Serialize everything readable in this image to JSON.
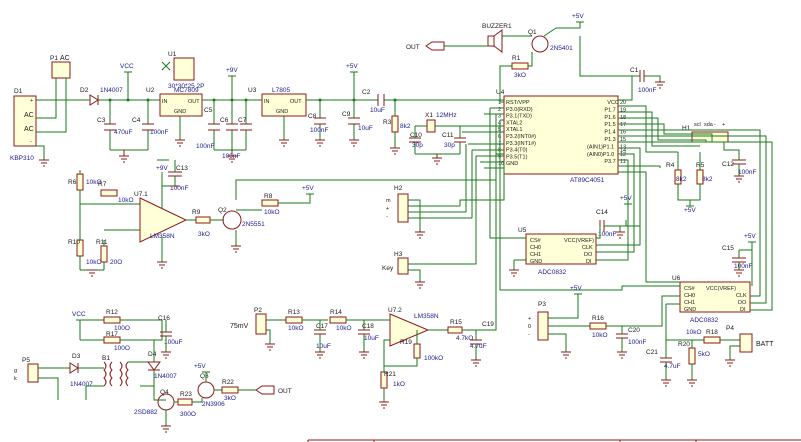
{
  "components": {
    "D1": {
      "ref": "D1",
      "value": "KBP310",
      "pins": [
        "+",
        "AC",
        "AC",
        "-"
      ]
    },
    "P1": {
      "ref": "P1",
      "label": "AC"
    },
    "D2": {
      "ref": "D2",
      "value": "1N4007"
    },
    "VCC1": {
      "label": "VCC"
    },
    "C3": {
      "ref": "C3",
      "value": "470uF"
    },
    "C4": {
      "ref": "C4",
      "value": "100nF"
    },
    "U2": {
      "ref": "U2",
      "value": "MC7809",
      "pin_in": "IN",
      "pin_out": "OUT",
      "pin_gnd": "GND"
    },
    "U1": {
      "ref": "U1",
      "value": "30*30*25 2P"
    },
    "C5": {
      "ref": "C5",
      "value": "100nF"
    },
    "C6": {
      "ref": "C6",
      "value": "100nF"
    },
    "C7": {
      "ref": "C7",
      "value": "100uF"
    },
    "P9V1": {
      "label": "+9V"
    },
    "U3": {
      "ref": "U3",
      "value": "L7805",
      "pin_in": "IN",
      "pin_out": "OUT",
      "pin_gnd": "GND"
    },
    "C8": {
      "ref": "C8",
      "value": "100nF"
    },
    "C9": {
      "ref": "C9",
      "value": "10uF"
    },
    "P5V1": {
      "label": "+5V"
    },
    "C2": {
      "ref": "C2",
      "value": "10uF"
    },
    "R3": {
      "ref": "R3",
      "value": "8k2"
    },
    "X1": {
      "ref": "X1",
      "value": "12MHz"
    },
    "C10": {
      "ref": "C10",
      "value": "30p"
    },
    "C11": {
      "ref": "C11",
      "value": "30p"
    },
    "U4": {
      "ref": "U4",
      "value": "AT89C4051",
      "left_pins": [
        "RST/VPP",
        "P3.0(RXD)",
        "P3.1(TXD)",
        "XTAL2",
        "XTAL1",
        "P3.2(INT0#)",
        "P3.3(INT1#)",
        "P3.4(T0)",
        "P3.5(T1)",
        "GND"
      ],
      "left_nums": [
        "1",
        "2",
        "3",
        "4",
        "5",
        "6",
        "7",
        "8",
        "9",
        "10"
      ],
      "right_pins": [
        "VCC",
        "P1.7",
        "P1.6",
        "P1.5",
        "P1.4",
        "P1.3",
        "(AIN1)P1.1",
        "(AIN0)P1.0",
        "P3.7"
      ],
      "right_nums": [
        "20",
        "19",
        "18",
        "17",
        "16",
        "15",
        "13",
        "12",
        "11"
      ],
      "extra_nums": [
        "14"
      ]
    },
    "BUZZER": {
      "ref": "BUZZER1"
    },
    "OUT1": {
      "label": "OUT"
    },
    "Q1": {
      "ref": "Q1",
      "value": "2N5401"
    },
    "R1": {
      "ref": "R1",
      "value": "3kO"
    },
    "P5V_BUZ": {
      "label": "+5V"
    },
    "C1": {
      "ref": "C1",
      "value": "100nF"
    },
    "H1": {
      "ref": "H1",
      "pins": [
        "scl",
        "sda",
        "-",
        "+"
      ]
    },
    "R4": {
      "ref": "R4",
      "value": "8k2"
    },
    "R5": {
      "ref": "R5",
      "value": "8k2"
    },
    "C12": {
      "ref": "C12",
      "value": "100nF"
    },
    "P5V_H1": {
      "label": "+5V"
    },
    "H2": {
      "ref": "H2",
      "pins": [
        "m",
        "+",
        "-"
      ]
    },
    "H3": {
      "ref": "H3",
      "label": "Key"
    },
    "U5": {
      "ref": "U5",
      "value": "ADC0832",
      "left": [
        "CS#",
        "CH0",
        "CH1",
        "GND"
      ],
      "right": [
        "VCC(VREF)",
        "CLK",
        "DO",
        "DI"
      ],
      "nums_l": [
        "1",
        "2",
        "3",
        "4"
      ],
      "nums_r": [
        "8",
        "7",
        "6",
        "5"
      ]
    },
    "C14": {
      "ref": "C14",
      "value": "100nF"
    },
    "P5V_U5": {
      "label": "+5V"
    },
    "U6": {
      "ref": "U6",
      "value": "ADC0832",
      "left": [
        "CS#",
        "CH0",
        "CH1",
        "GND"
      ],
      "right": [
        "VCC(VREF)",
        "CLK",
        "DO",
        "DI"
      ],
      "nums_l": [
        "1",
        "2",
        "3",
        "4"
      ],
      "nums_r": [
        "8",
        "7",
        "6",
        "5"
      ]
    },
    "C15": {
      "ref": "C15",
      "value": "100nF"
    },
    "P5V_U6": {
      "label": "+5V"
    },
    "R6": {
      "ref": "R6",
      "value": "10kO"
    },
    "R7": {
      "ref": "R7",
      "value": "10kO"
    },
    "R8": {
      "ref": "R8",
      "value": "10kO"
    },
    "R10": {
      "ref": "R10",
      "value": "10kO"
    },
    "R11": {
      "ref": "R11",
      "value": "20O"
    },
    "C13": {
      "ref": "C13",
      "value": "100nF"
    },
    "P9V2": {
      "label": "+9V"
    },
    "U71": {
      "ref": "U7.1",
      "value": "LM358N"
    },
    "R9": {
      "ref": "R9",
      "value": "3kO"
    },
    "Q2": {
      "ref": "Q2",
      "value": "2N5551"
    },
    "P5V_Q2": {
      "label": "+5V"
    },
    "P2": {
      "ref": "P2",
      "label": "75mV"
    },
    "R13": {
      "ref": "R13",
      "value": "10kO"
    },
    "C17": {
      "ref": "C17",
      "value": "10uF"
    },
    "R14": {
      "ref": "R14",
      "value": "10kO"
    },
    "C18": {
      "ref": "C18",
      "value": "10uF"
    },
    "U72": {
      "ref": "U7.2",
      "value": "LM358N"
    },
    "R15": {
      "ref": "R15",
      "value": "4.7kO"
    },
    "R19": {
      "ref": "R19",
      "value": "100kO"
    },
    "R21": {
      "ref": "R21",
      "value": "1kO"
    },
    "C19": {
      "ref": "C19",
      "value": "4.7uF"
    },
    "P3": {
      "ref": "P3",
      "pins": [
        "+",
        "0",
        "-"
      ]
    },
    "P5V_P3": {
      "label": "+5V"
    },
    "R16": {
      "ref": "R16",
      "value": "10kO"
    },
    "C20": {
      "ref": "C20",
      "value": "100nF"
    },
    "C21": {
      "ref": "C21",
      "value": "4.7uF"
    },
    "R20": {
      "ref": "R20",
      "value": "5kO"
    },
    "R18": {
      "ref": "R18",
      "value": "10kO"
    },
    "P4": {
      "ref": "P4",
      "label": "BATT"
    },
    "VCC2": {
      "label": "VCC"
    },
    "R12": {
      "ref": "R12",
      "value": "100O"
    },
    "R17": {
      "ref": "R17",
      "value": "100O"
    },
    "C16": {
      "ref": "C16",
      "value": "100uF"
    },
    "P5": {
      "ref": "P5",
      "pins": [
        "g",
        "k"
      ]
    },
    "D3": {
      "ref": "D3",
      "value": "1N4007"
    },
    "B1": {
      "ref": "B1"
    },
    "D4": {
      "ref": "D4",
      "value": "1N4007"
    },
    "Q3": {
      "ref": "Q3",
      "value": "2N3906"
    },
    "Q4": {
      "ref": "Q4",
      "value": "2SD882"
    },
    "R22": {
      "ref": "R22",
      "value": "3kO"
    },
    "R23": {
      "ref": "R23",
      "value": "300O"
    },
    "P5V_Q3": {
      "label": "+5V"
    },
    "OUT2": {
      "label": "OUT"
    }
  }
}
